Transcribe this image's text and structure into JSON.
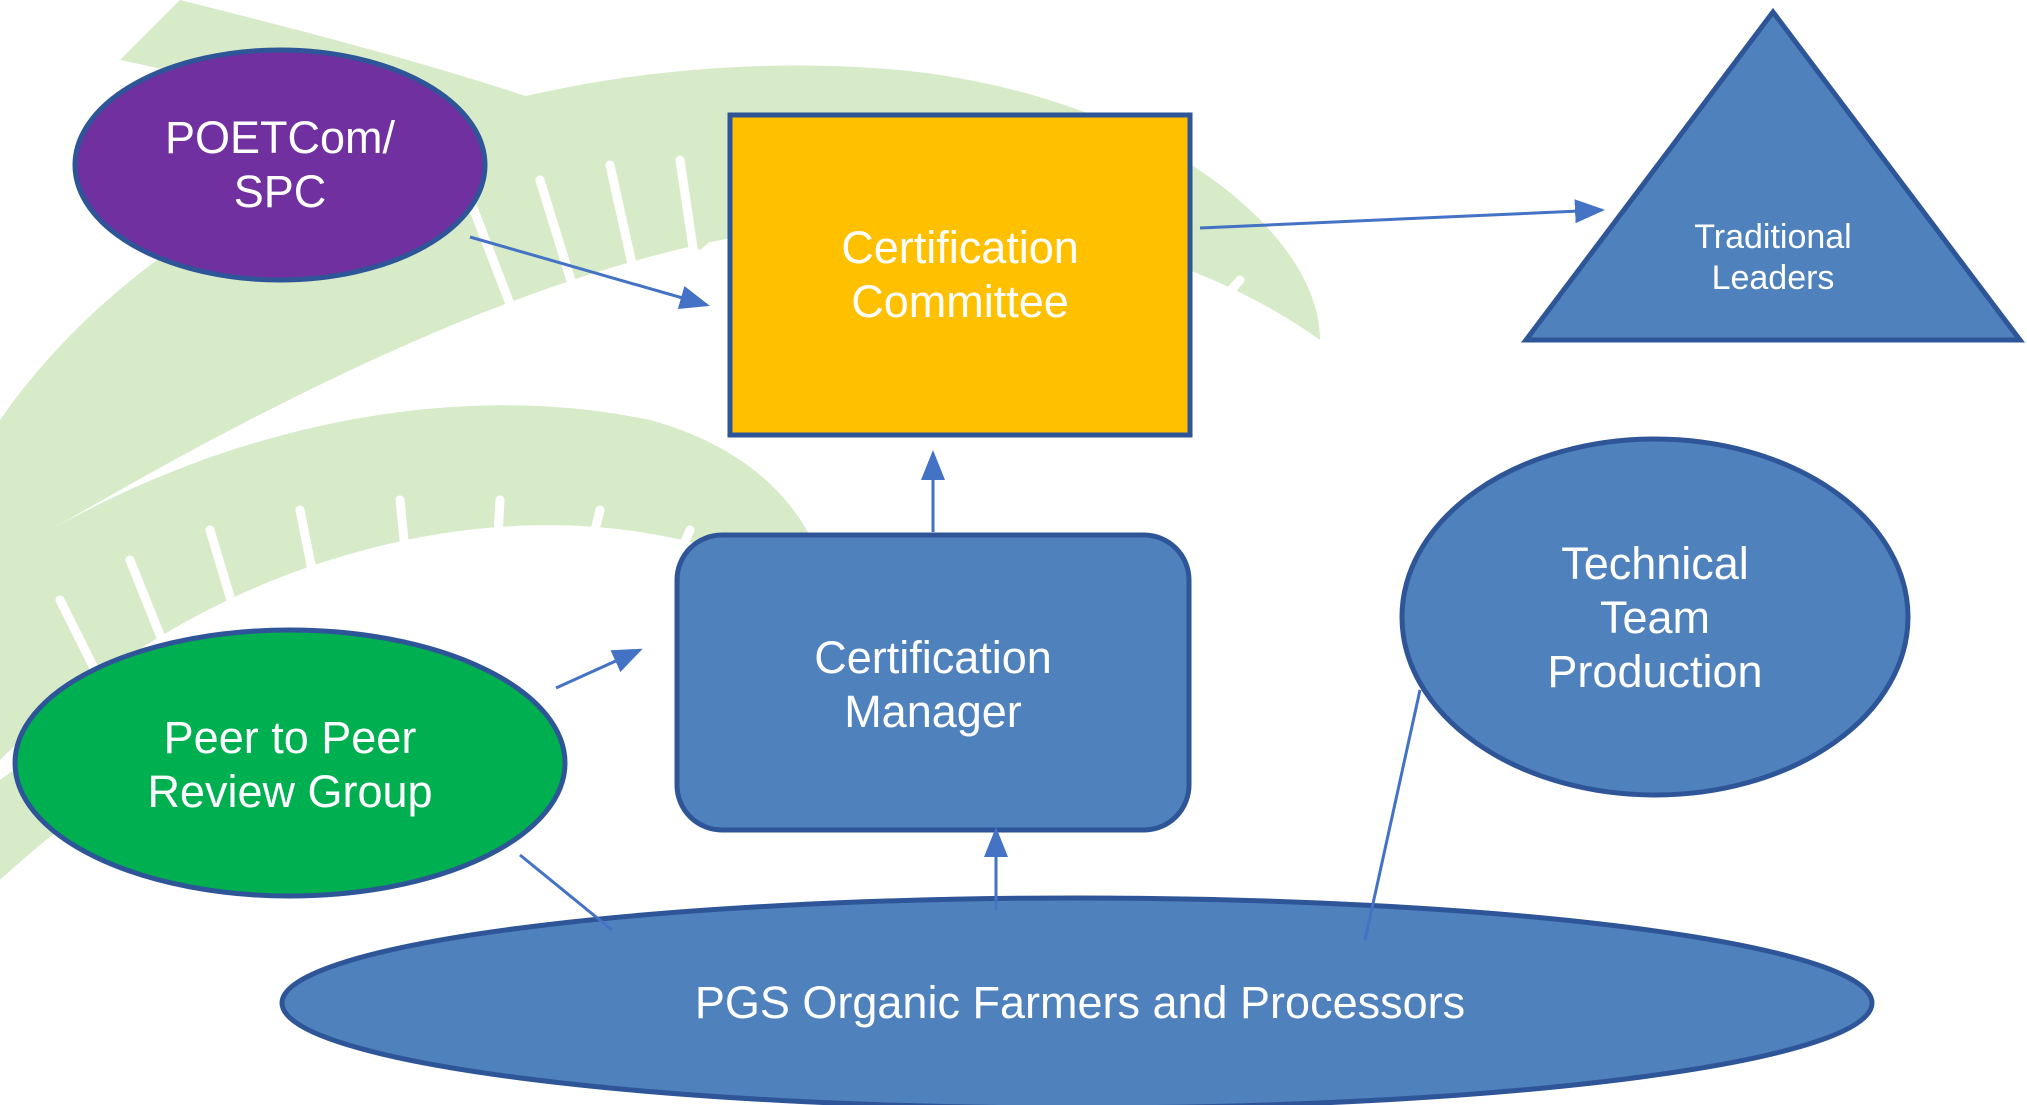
{
  "nodes": {
    "poetcom": {
      "line1": "POETCom/",
      "line2": "SPC",
      "fill": "#7030A0"
    },
    "certification_committee": {
      "line1": "Certification",
      "line2": "Committee",
      "fill": "#FFC000"
    },
    "traditional_leaders": {
      "line1": "Traditional",
      "line2": "Leaders",
      "fill": "#4F81BD"
    },
    "certification_manager": {
      "line1": "Certification",
      "line2": "Manager",
      "fill": "#4F81BD"
    },
    "peer_review": {
      "line1": "Peer to Peer",
      "line2": "Review Group",
      "fill": "#00B050"
    },
    "technical_team": {
      "line1": "Technical",
      "line2": "Team",
      "line3": "Production",
      "fill": "#4F81BD"
    },
    "pgs_farmers": {
      "label": "PGS Organic Farmers and Processors",
      "fill": "#4F81BD"
    }
  },
  "colors": {
    "outline": "#2E5597",
    "connector": "#4472C4",
    "background_palm": "#D7EBC9"
  }
}
